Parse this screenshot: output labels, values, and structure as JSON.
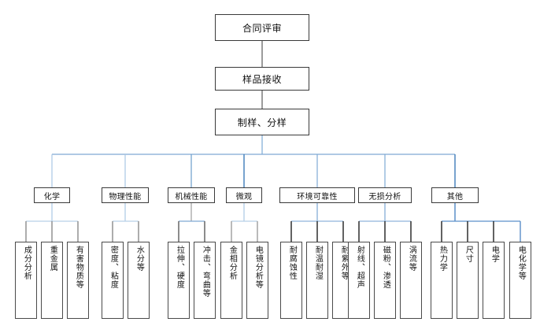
{
  "diagram": {
    "title_chain": [
      {
        "id": "contract-review",
        "label": "合同评审"
      },
      {
        "id": "sample-receiving",
        "label": "样品接收"
      },
      {
        "id": "sample-preparation",
        "label": "制样、分样"
      }
    ],
    "categories": [
      {
        "id": "chemistry",
        "label": "化学",
        "leaves": [
          {
            "id": "composition-analysis",
            "label": "成分分析"
          },
          {
            "id": "heavy-metal",
            "label": "重金属"
          },
          {
            "id": "hazardous-substances",
            "label": "有害物质等"
          }
        ]
      },
      {
        "id": "physical-properties",
        "label": "物理性能",
        "leaves": [
          {
            "id": "density-viscosity",
            "label": "密度、粘度"
          },
          {
            "id": "moisture",
            "label": "水分等"
          }
        ]
      },
      {
        "id": "mechanical-properties",
        "label": "机械性能",
        "leaves": [
          {
            "id": "tensile-hardness",
            "label": "拉伸、硬度"
          },
          {
            "id": "impact-bending",
            "label": "冲击、弯曲等"
          }
        ]
      },
      {
        "id": "microstructure",
        "label": "微观",
        "leaves": [
          {
            "id": "metallographic-analysis",
            "label": "金相分析"
          },
          {
            "id": "electron-microscopy",
            "label": "电镜分析等"
          }
        ]
      },
      {
        "id": "environmental-reliability",
        "label": "环境可靠性",
        "leaves": [
          {
            "id": "corrosion-resistance",
            "label": "耐腐蚀性"
          },
          {
            "id": "temp-humidity-resistance",
            "label": "耐温耐湿"
          },
          {
            "id": "uv-resistance",
            "label": "耐紫外等"
          }
        ]
      },
      {
        "id": "nondestructive-testing",
        "label": "无损分析",
        "leaves": [
          {
            "id": "radiography-ultrasonic",
            "label": "射线、超声"
          },
          {
            "id": "magnetic-penetrant",
            "label": "磁粉、渗透"
          },
          {
            "id": "eddy-current",
            "label": "涡流等"
          }
        ]
      },
      {
        "id": "other",
        "label": "其他",
        "leaves": [
          {
            "id": "thermodynamics",
            "label": "热力学"
          },
          {
            "id": "dimension",
            "label": "尺寸"
          },
          {
            "id": "electrical",
            "label": "电学"
          },
          {
            "id": "electrochemistry",
            "label": "电化学等"
          }
        ]
      }
    ],
    "colors": {
      "box_border": "#3a3a3a",
      "leaf_border": "#4a4a4a",
      "connector_blue": "#5b8fc9",
      "connector_light": "#b7d0e8",
      "connector_dark": "#1a1a1a",
      "background": "#ffffff",
      "text": "#111111"
    }
  }
}
